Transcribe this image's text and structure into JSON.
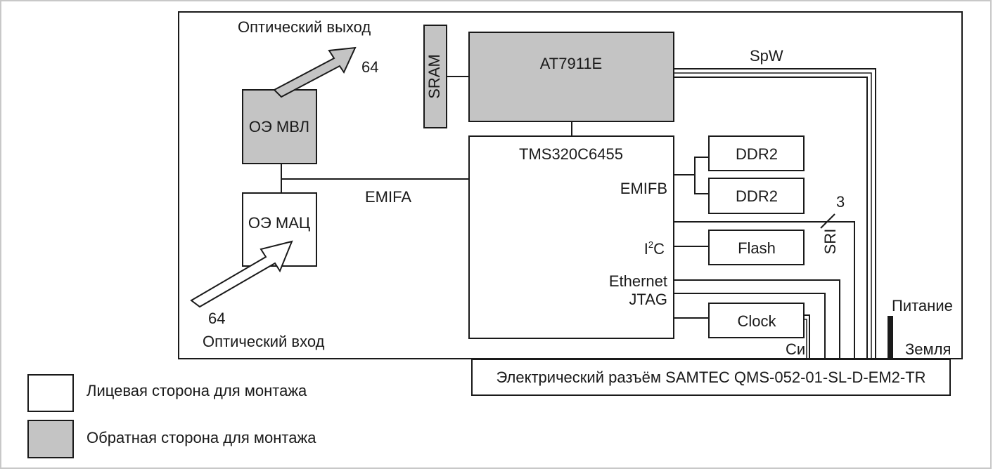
{
  "colors": {
    "front_side": "#ffffff",
    "back_side": "#c4c4c4",
    "line": "#1a1a1a",
    "frame": "#c8c8c8"
  },
  "blocks": {
    "sram": "SRAM",
    "at7911e": "AT7911E",
    "tms": "TMS320C6455",
    "oe_mvl": "ОЭ МВЛ",
    "oe_mac": "ОЭ МАЦ",
    "ddr2_top": "DDR2",
    "ddr2_bottom": "DDR2",
    "flash": "Flash",
    "clock": "Clock",
    "connector": "Электрический разъём SAMTEC QMS-052-01-SL-D-EM2-TR"
  },
  "labels": {
    "optical_output": "Оптический выход",
    "optical_input": "Оптический вход",
    "out_count": "64",
    "in_count": "64",
    "spw": "SpW",
    "emifa": "EMIFA",
    "emifb": "EMIFB",
    "i2c_prefix": "I",
    "i2c_sup": "2",
    "i2c_suffix": "C",
    "ethernet": "Ethernet",
    "jtag": "JTAG",
    "sri": "SRI",
    "sri_count": "3",
    "power": "Питание",
    "ground": "Земля",
    "si": "Си"
  },
  "legend": [
    {
      "label": "Лицевая сторона для монтажа",
      "color": "#ffffff"
    },
    {
      "label": "Обратная сторона для монтажа",
      "color": "#c4c4c4"
    }
  ]
}
